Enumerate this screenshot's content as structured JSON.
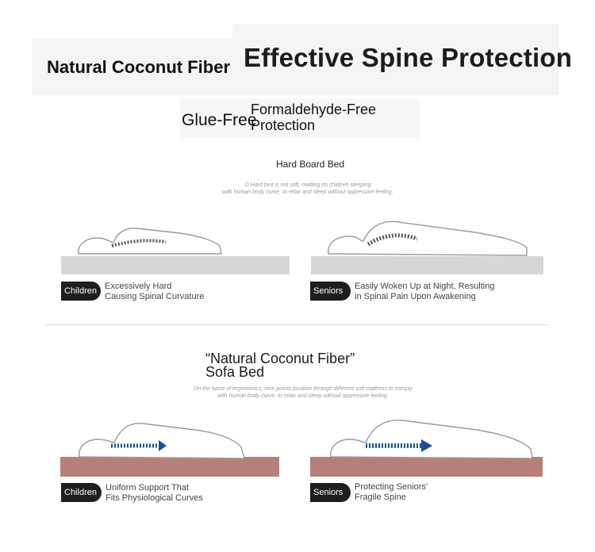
{
  "header": {
    "left_title": "Natural Coconut Fiber",
    "right_title": "Effective Spine Protection"
  },
  "features": {
    "glue_free": "Glue-Free",
    "formaldehyde_line1": "Formaldehyde-Free",
    "formaldehyde_line2": "Protection"
  },
  "hard_section": {
    "title": "Hard Board Bed",
    "note_line1": "O Hard bed is not soft, matting no children sleeping",
    "note_line2": "with human body curve, to relax and sleep without oppressive feeling.",
    "children_tag": "Children",
    "children_caption_1": "Excessively Hard",
    "children_caption_2": "Causing Spinal Curvature",
    "seniors_tag": "Seniors",
    "seniors_caption_1": "Easily Woken Up at Night, Resulting",
    "seniors_caption_2": "in Spinal Pain Upon Awakening"
  },
  "sofa_section": {
    "title_line1": "“Natural Coconut Fiber”",
    "title_line2": "Sofa Bed",
    "note_line1": "On the basis of ergonomics, nine points location through different soft mattress to comply",
    "note_line2": "with human body curve, to relax and sleep without oppressive feeling.",
    "children_tag": "Children",
    "children_caption_1": "Uniform Support That",
    "children_caption_2": "Fits Physiological Curves",
    "seniors_tag": "Seniors",
    "seniors_caption_1": "Protecting Seniors'",
    "seniors_caption_2": "Fragile Spine"
  },
  "colors": {
    "hard_board": "#d6d6d6",
    "sofa_mattress": "#b6807a",
    "spine_hard": "#555555",
    "spine_sofa": "#1f4f9a",
    "tag_bg": "#1e1e1e"
  }
}
